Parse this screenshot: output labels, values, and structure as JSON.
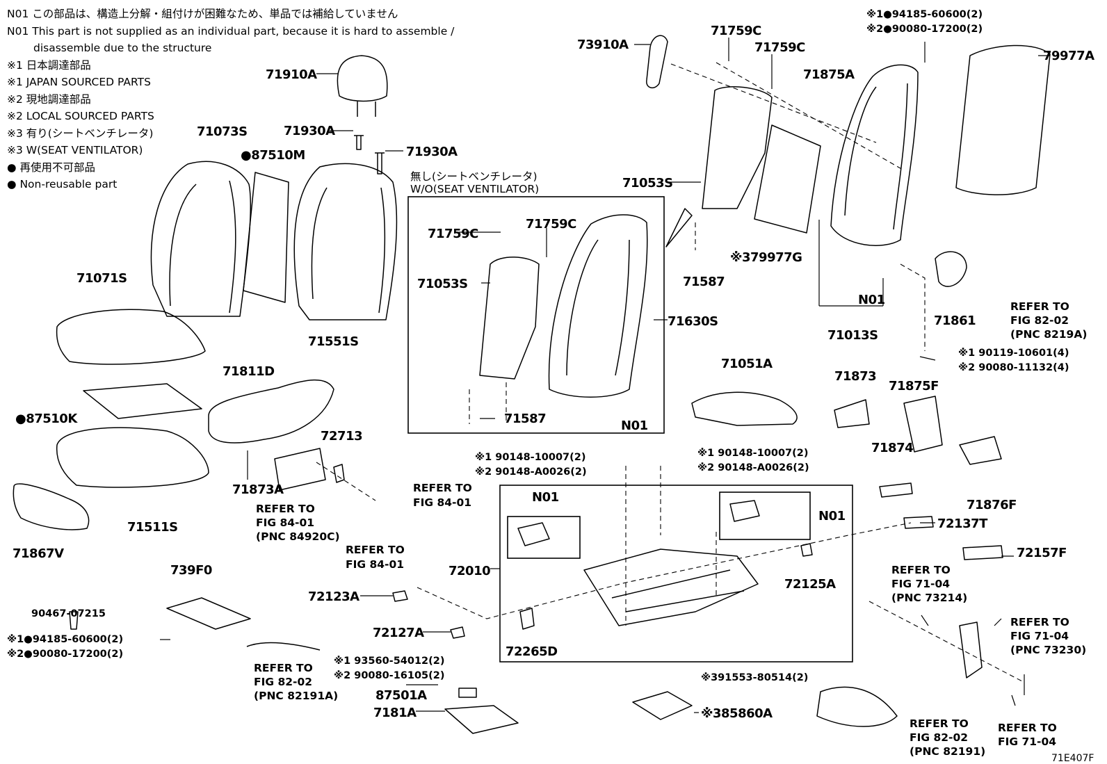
{
  "legend": [
    "N01 この部品は、構造上分解・組付けが困難なため、単品では補給していません",
    "N01 This part is not supplied as an individual part, because it is hard to assemble /",
    "disassemble due to the structure",
    "※1 日本調達部品",
    "※1 JAPAN SOURCED PARTS",
    "※2 現地調達部品",
    "※2 LOCAL SOURCED PARTS",
    "※3 有り(シートベンチレータ)",
    "※3 W(SEAT VENTILATOR)",
    "● 再使用不可部品",
    "● Non-reusable part"
  ],
  "inset_title": [
    "無し(シートベンチレータ)",
    "W/O(SEAT VENTILATOR)"
  ],
  "figure_code": "71E407F",
  "callouts": [
    {
      "text": "73910A",
      "cls": "pn"
    },
    {
      "text": "71759C",
      "cls": "pn"
    },
    {
      "text": "71759C",
      "cls": "pn"
    },
    {
      "text": "71875A",
      "cls": "pn"
    },
    {
      "text": "※1●94185-60600(2)",
      "cls": "sm"
    },
    {
      "text": "※2●90080-17200(2)",
      "cls": "sm"
    },
    {
      "text": "79977A",
      "cls": "pn"
    },
    {
      "text": "71910A",
      "cls": "pn"
    },
    {
      "text": "71930A",
      "cls": "pn"
    },
    {
      "text": "71930A",
      "cls": "pn"
    },
    {
      "text": "71073S",
      "cls": "pn"
    },
    {
      "text": "●87510M",
      "cls": "pn"
    },
    {
      "text": "71053S",
      "cls": "pn"
    },
    {
      "text": "※379977G",
      "cls": "pn"
    },
    {
      "text": "71587",
      "cls": "pn"
    },
    {
      "text": "N01",
      "cls": "pn"
    },
    {
      "text": "71013S",
      "cls": "pn"
    },
    {
      "text": "71861",
      "cls": "pn"
    },
    {
      "text": "REFER TO",
      "cls": "ref"
    },
    {
      "text": "FIG 82-02",
      "cls": "ref"
    },
    {
      "text": "(PNC 8219A)",
      "cls": "ref"
    },
    {
      "text": "71071S",
      "cls": "pn"
    },
    {
      "text": "71551S",
      "cls": "pn"
    },
    {
      "text": "71759C",
      "cls": "pn"
    },
    {
      "text": "71759C",
      "cls": "pn"
    },
    {
      "text": "71053S",
      "cls": "pn"
    },
    {
      "text": "71630S",
      "cls": "pn"
    },
    {
      "text": "71587",
      "cls": "pn"
    },
    {
      "text": "N01",
      "cls": "pn"
    },
    {
      "text": "※1 90119-10601(4)",
      "cls": "sm"
    },
    {
      "text": "※2 90080-11132(4)",
      "cls": "sm"
    },
    {
      "text": "71811D",
      "cls": "pn"
    },
    {
      "text": "●87510K",
      "cls": "pn"
    },
    {
      "text": "71051A",
      "cls": "pn"
    },
    {
      "text": "71873",
      "cls": "pn"
    },
    {
      "text": "71875F",
      "cls": "pn"
    },
    {
      "text": "71874",
      "cls": "pn"
    },
    {
      "text": "72713",
      "cls": "pn"
    },
    {
      "text": "71873A",
      "cls": "pn"
    },
    {
      "text": "REFER TO",
      "cls": "ref"
    },
    {
      "text": "FIG 84-01",
      "cls": "ref"
    },
    {
      "text": "(PNC 84920C)",
      "cls": "ref"
    },
    {
      "text": "REFER TO",
      "cls": "ref"
    },
    {
      "text": "FIG 84-01",
      "cls": "ref"
    },
    {
      "text": "REFER TO",
      "cls": "ref"
    },
    {
      "text": "FIG 84-01",
      "cls": "ref"
    },
    {
      "text": "71511S",
      "cls": "pn"
    },
    {
      "text": "71867V",
      "cls": "pn"
    },
    {
      "text": "90467-07215",
      "cls": "sm"
    },
    {
      "text": "※1 90148-10007(2)",
      "cls": "sm"
    },
    {
      "text": "※2 90148-A0026(2)",
      "cls": "sm"
    },
    {
      "text": "※1 90148-10007(2)",
      "cls": "sm"
    },
    {
      "text": "※2 90148-A0026(2)",
      "cls": "sm"
    },
    {
      "text": "N01",
      "cls": "pn"
    },
    {
      "text": "N01",
      "cls": "pn"
    },
    {
      "text": "71876F",
      "cls": "pn"
    },
    {
      "text": "72137T",
      "cls": "pn"
    },
    {
      "text": "72157F",
      "cls": "pn"
    },
    {
      "text": "739F0",
      "cls": "pn"
    },
    {
      "text": "72010",
      "cls": "pn"
    },
    {
      "text": "72125A",
      "cls": "pn"
    },
    {
      "text": "REFER TO",
      "cls": "ref"
    },
    {
      "text": "FIG 71-04",
      "cls": "ref"
    },
    {
      "text": "(PNC 73214)",
      "cls": "ref"
    },
    {
      "text": "72123A",
      "cls": "pn"
    },
    {
      "text": "72127A",
      "cls": "pn"
    },
    {
      "text": "72265D",
      "cls": "pn"
    },
    {
      "text": "REFER TO",
      "cls": "ref"
    },
    {
      "text": "FIG 71-04",
      "cls": "ref"
    },
    {
      "text": "(PNC 73230)",
      "cls": "ref"
    },
    {
      "text": "※1●94185-60600(2)",
      "cls": "sm"
    },
    {
      "text": "※2●90080-17200(2)",
      "cls": "sm"
    },
    {
      "text": "REFER TO",
      "cls": "ref"
    },
    {
      "text": "FIG 82-02",
      "cls": "ref"
    },
    {
      "text": "(PNC 82191A)",
      "cls": "ref"
    },
    {
      "text": "※1 93560-54012(2)",
      "cls": "sm"
    },
    {
      "text": "※2 90080-16105(2)",
      "cls": "sm"
    },
    {
      "text": "※391553-80514(2)",
      "cls": "sm"
    },
    {
      "text": "87501A",
      "cls": "pn"
    },
    {
      "text": "7181A",
      "cls": "pn"
    },
    {
      "text": "※385860A",
      "cls": "pn"
    },
    {
      "text": "REFER TO",
      "cls": "ref"
    },
    {
      "text": "FIG 82-02",
      "cls": "ref"
    },
    {
      "text": "(PNC 82191)",
      "cls": "ref"
    },
    {
      "text": "REFER TO",
      "cls": "ref"
    },
    {
      "text": "FIG 71-04",
      "cls": "ref"
    }
  ]
}
